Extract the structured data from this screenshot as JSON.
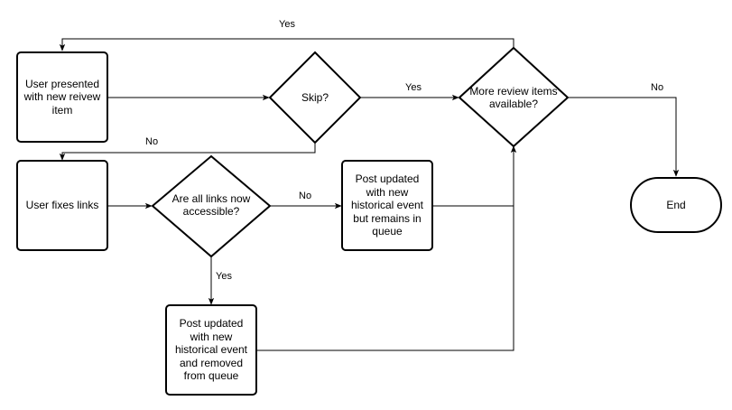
{
  "nodes": {
    "user_presented": "User presented\nwith new reivew\nitem",
    "skip": "Skip?",
    "more_items": "More review items\navailable?",
    "end": "End",
    "user_fixes": "User fixes links",
    "all_accessible": "Are all links now\naccessible?",
    "post_remains": "Post updated\nwith new\nhistorical event\nbut remains in\nqueue",
    "post_removed": "Post updated\nwith new\nhistorical event\nand removed\nfrom queue"
  },
  "edges": {
    "more_yes": "Yes",
    "skip_yes": "Yes",
    "more_no": "No",
    "skip_no": "No",
    "accessible_no": "No",
    "accessible_yes": "Yes"
  }
}
